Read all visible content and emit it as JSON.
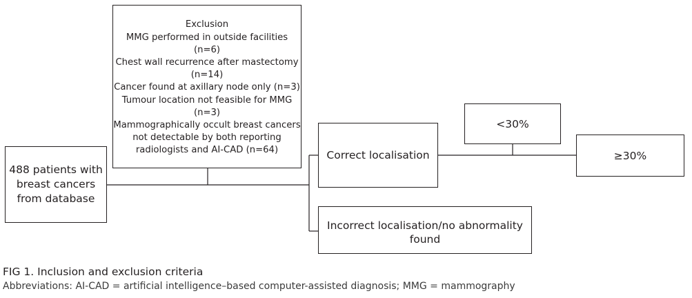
{
  "flowchart": {
    "start_box": [
      "488 patients with",
      "breast cancers",
      "from database"
    ],
    "exclusion_box": [
      "Exclusion",
      "MMG performed in outside facilities",
      "(n=6)",
      "Chest wall recurrence after mastectomy",
      "(n=14)",
      "Cancer found at axillary node only (n=3)",
      "Tumour location not feasible for MMG",
      "(n=3)",
      "Mammographically occult breast cancers",
      "not detectable by both reporting",
      "radiologists and AI-CAD (n=64)"
    ],
    "correct_box": "Correct localisation",
    "lt30_box": "<30%",
    "ge30_box": "≥30%",
    "incorrect_box": [
      "Incorrect localisation/no abnormality",
      "found"
    ]
  },
  "caption": {
    "title": "FIG 1. Inclusion and exclusion criteria",
    "abbreviations": "Abbreviations: AI-CAD = artificial intelligence–based computer-assisted diagnosis; MMG = mammography"
  }
}
